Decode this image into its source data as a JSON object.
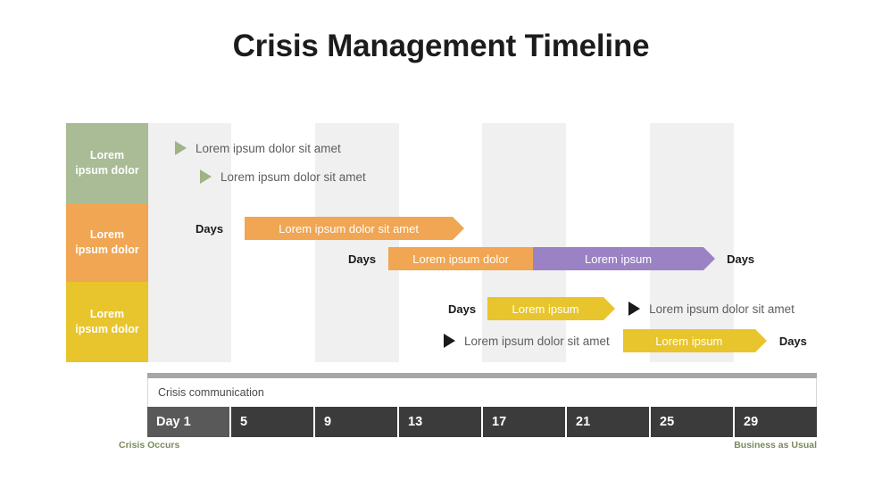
{
  "title": "Crisis Management Timeline",
  "colors": {
    "green": "#a9bc95",
    "orange": "#f0a653",
    "yellow": "#e8c52c",
    "purple": "#9b82c4",
    "band": "#f0f0f0",
    "axis_cell": "#3b3b3b",
    "axis_cell_first": "#595959",
    "foot_label": "#7b8a5e"
  },
  "categories": [
    {
      "label": "Lorem\nipsum dolor",
      "color": "#a9bc95"
    },
    {
      "label": "Lorem\nipsum dolor",
      "color": "#f0a653"
    },
    {
      "label": "Lorem\nipsum dolor",
      "color": "#e8c52c"
    }
  ],
  "rows": {
    "r1_marker_label": "Lorem ipsum dolor sit amet",
    "r2_marker_label": "Lorem ipsum dolor sit amet",
    "r3_days_left": "Days",
    "r3_bar_label": "Lorem ipsum dolor sit amet",
    "r4_days_left": "Days",
    "r4_bar1_label": "Lorem ipsum dolor",
    "r4_bar2_label": "Lorem ipsum",
    "r4_days_right": "Days",
    "r5_days_left": "Days",
    "r5_bar_label": "Lorem ipsum",
    "r5_marker_label": "Lorem ipsum dolor sit amet",
    "r6_marker_label": "Lorem ipsum dolor sit amet",
    "r6_bar_label": "Lorem ipsum",
    "r6_days_right": "Days"
  },
  "axis": {
    "comm_label": "Crisis communication",
    "cells": [
      "Day 1",
      "5",
      "9",
      "13",
      "17",
      "21",
      "25",
      "29"
    ]
  },
  "footer": {
    "left": "Crisis Occurs",
    "right": "Business as Usual"
  }
}
